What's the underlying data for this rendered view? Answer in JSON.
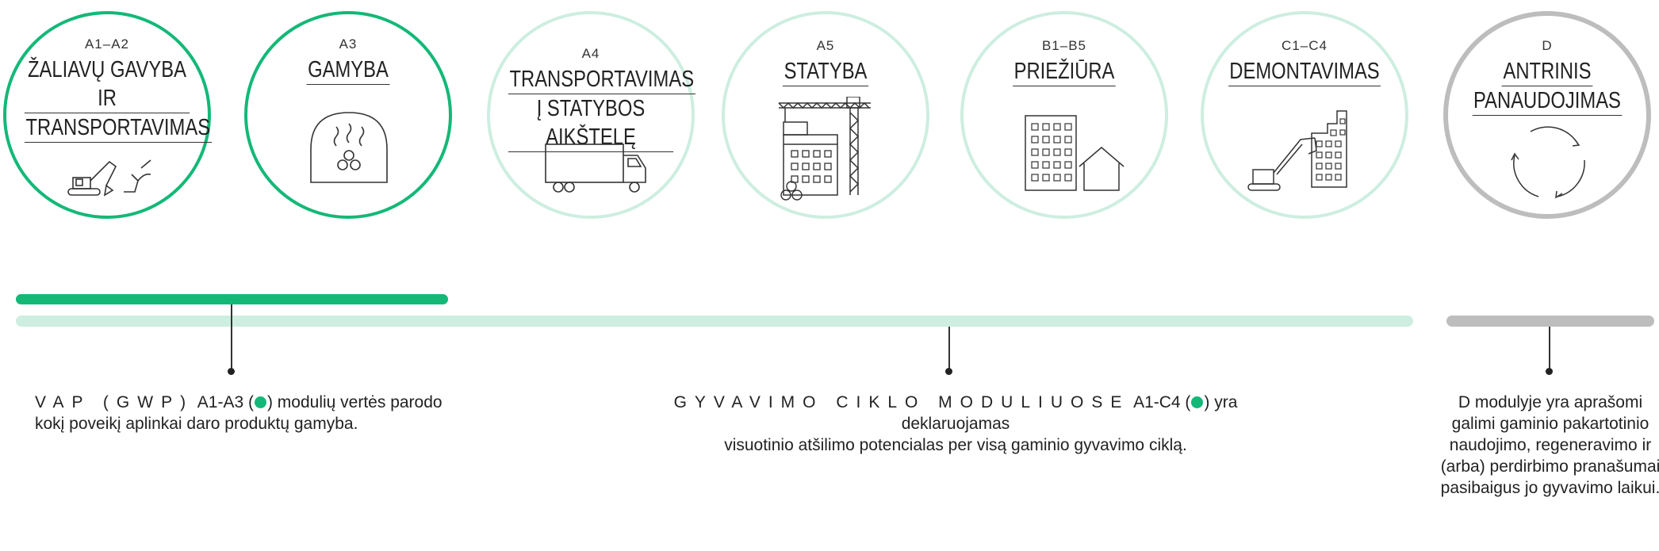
{
  "stages": [
    {
      "code": "A1–A2",
      "title_lines": [
        "ŽALIAVŲ GAVYBA IR",
        "TRANSPORTAVIMAS"
      ],
      "icon": "excavator-icon"
    },
    {
      "code": "A3",
      "title_lines": [
        "GAMYBA"
      ],
      "icon": "furnace-icon"
    },
    {
      "code": "A4",
      "title_lines": [
        "TRANSPORTAVIMAS",
        "Į STATYBOS AIKŠTELĘ"
      ],
      "icon": "truck-icon"
    },
    {
      "code": "A5",
      "title_lines": [
        "STATYBA"
      ],
      "icon": "crane-building-icon"
    },
    {
      "code": "B1–B5",
      "title_lines": [
        "PRIEŽIŪRA"
      ],
      "icon": "buildings-icon"
    },
    {
      "code": "C1–C4",
      "title_lines": [
        "DEMONTAVIMAS"
      ],
      "icon": "demolition-icon"
    },
    {
      "code": "D",
      "title_lines": [
        "ANTRINIS",
        "PANAUDOJIMAS"
      ],
      "icon": "cycle-icon"
    }
  ],
  "colors": {
    "green": "#13b877",
    "mint": "#cdeee0",
    "grey": "#bdbdbd"
  },
  "notes": {
    "left": {
      "spaced": "VAP (GWP)",
      "mod": "A1-A3 (",
      "after": ") modulių vertės parodo",
      "line2": "kokį poveikį aplinkai daro produktų gamyba."
    },
    "center": {
      "spaced": "GYVAVIMO CIKLO MODULIUOSE",
      "mod": "A1-C4 (",
      "after": ") yra deklaruojamas",
      "line2": "visuotinio atšilimo potencialas per visą gaminio gyvavimo ciklą."
    },
    "right": {
      "lines": [
        "D modulyje yra aprašomi",
        "galimi gaminio pakartotinio",
        "naudojimo, regeneravimo ir",
        "(arba) perdirbimo pranašumai",
        "pasibaigus jo gyvavimo laikui."
      ]
    }
  }
}
